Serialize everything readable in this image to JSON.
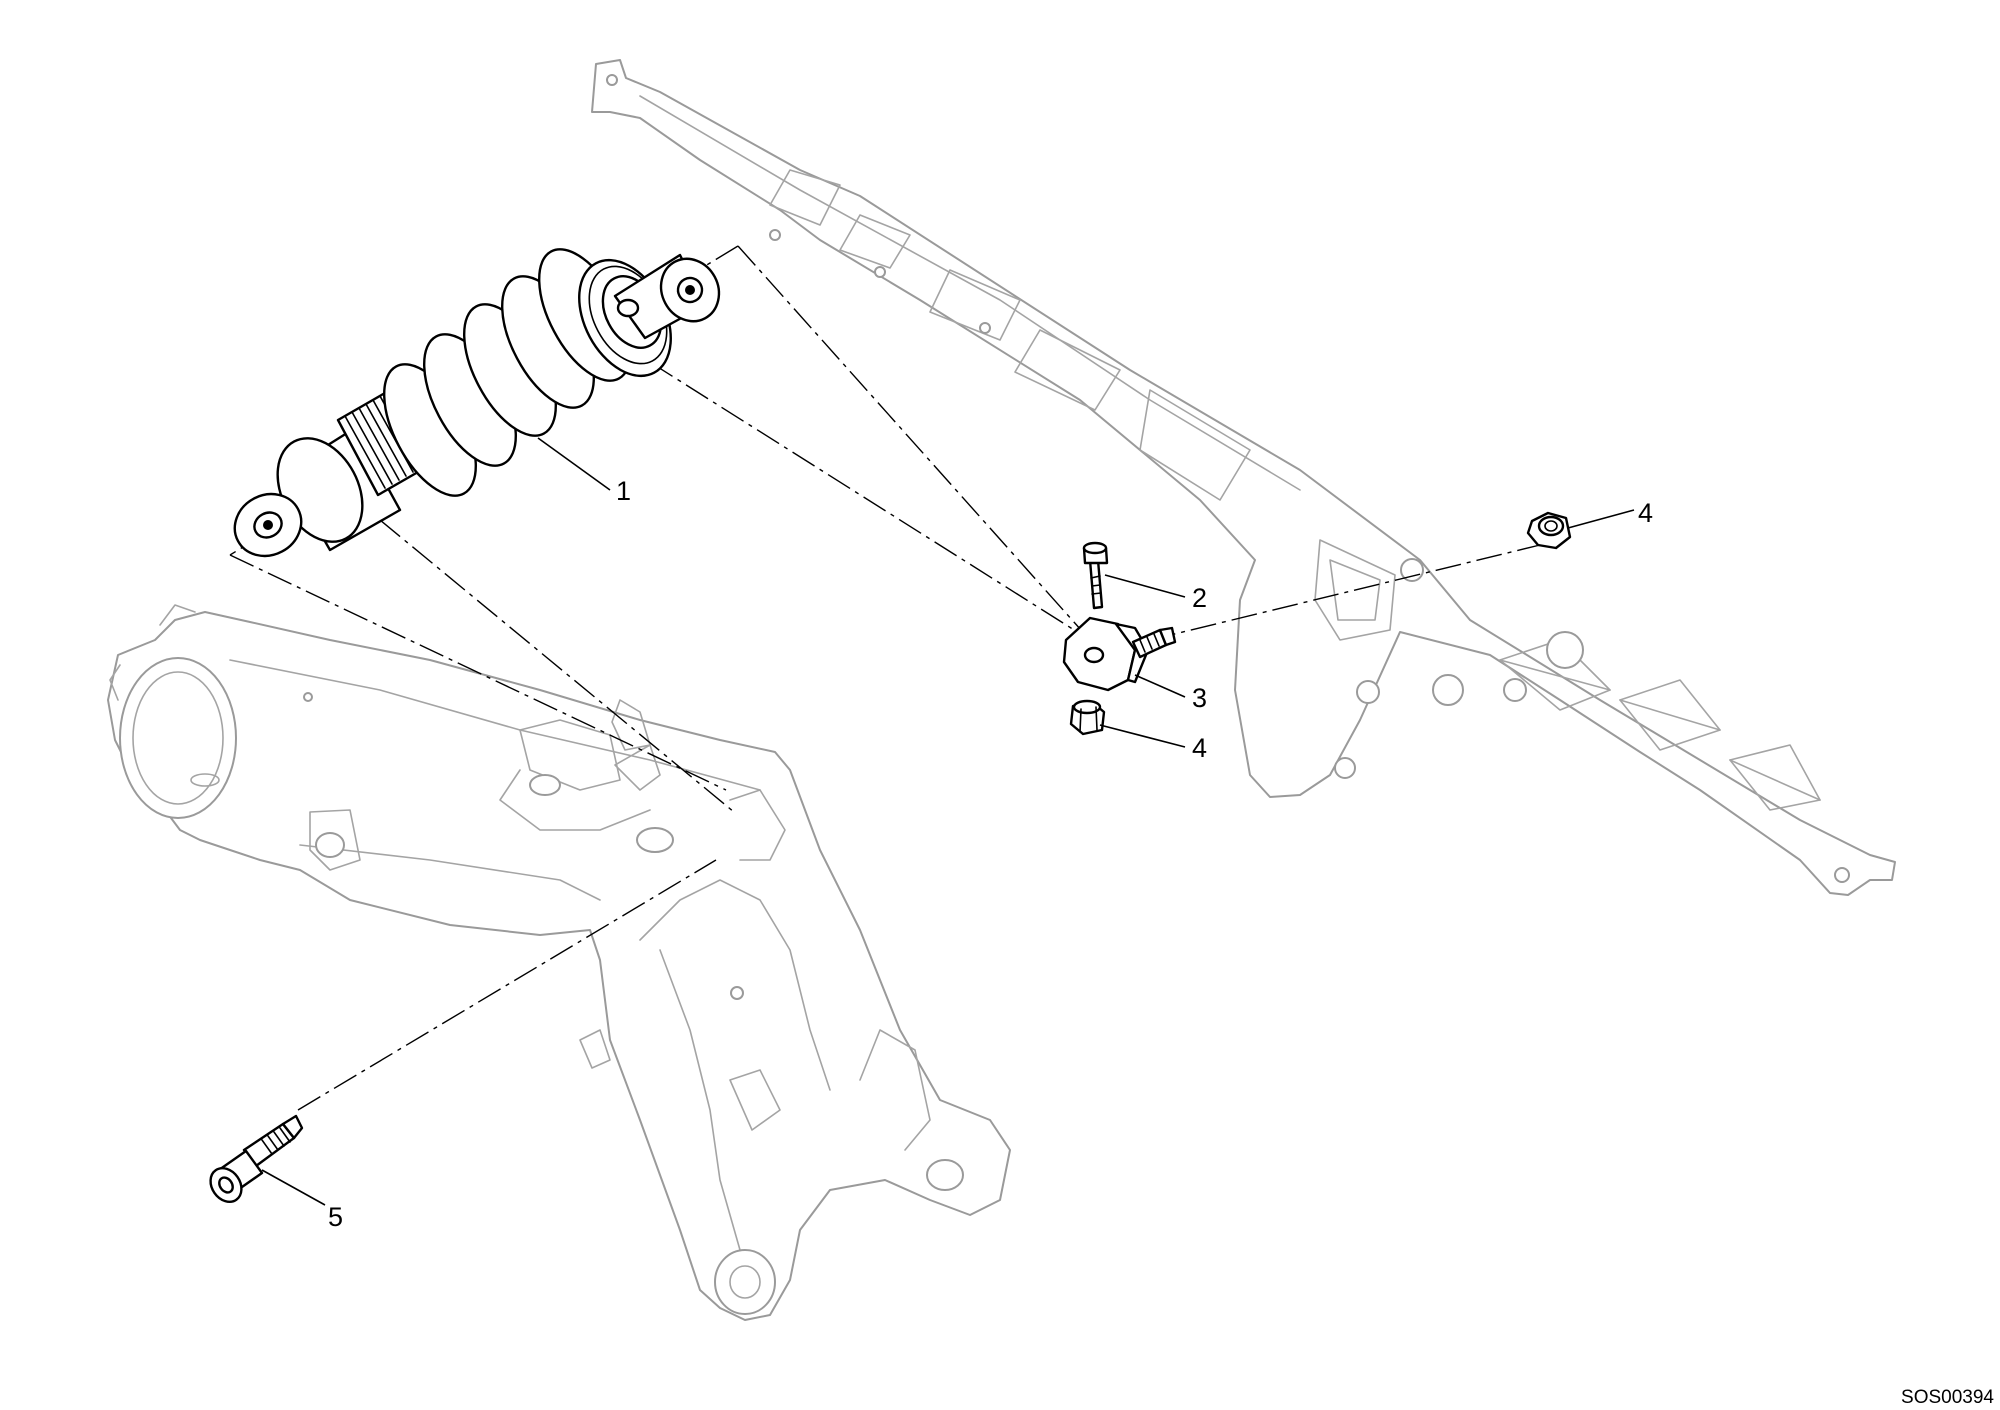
{
  "callouts": {
    "shock_absorber": "1",
    "upper_screw": "2",
    "bracket": "3",
    "lower_nut": "4",
    "frame_nut": "4",
    "bottom_bolt": "5"
  },
  "drawing_code": "SOS00394",
  "colors": {
    "ghost_line": "#9a9a9a",
    "part_line": "#000000",
    "background": "#ffffff"
  }
}
